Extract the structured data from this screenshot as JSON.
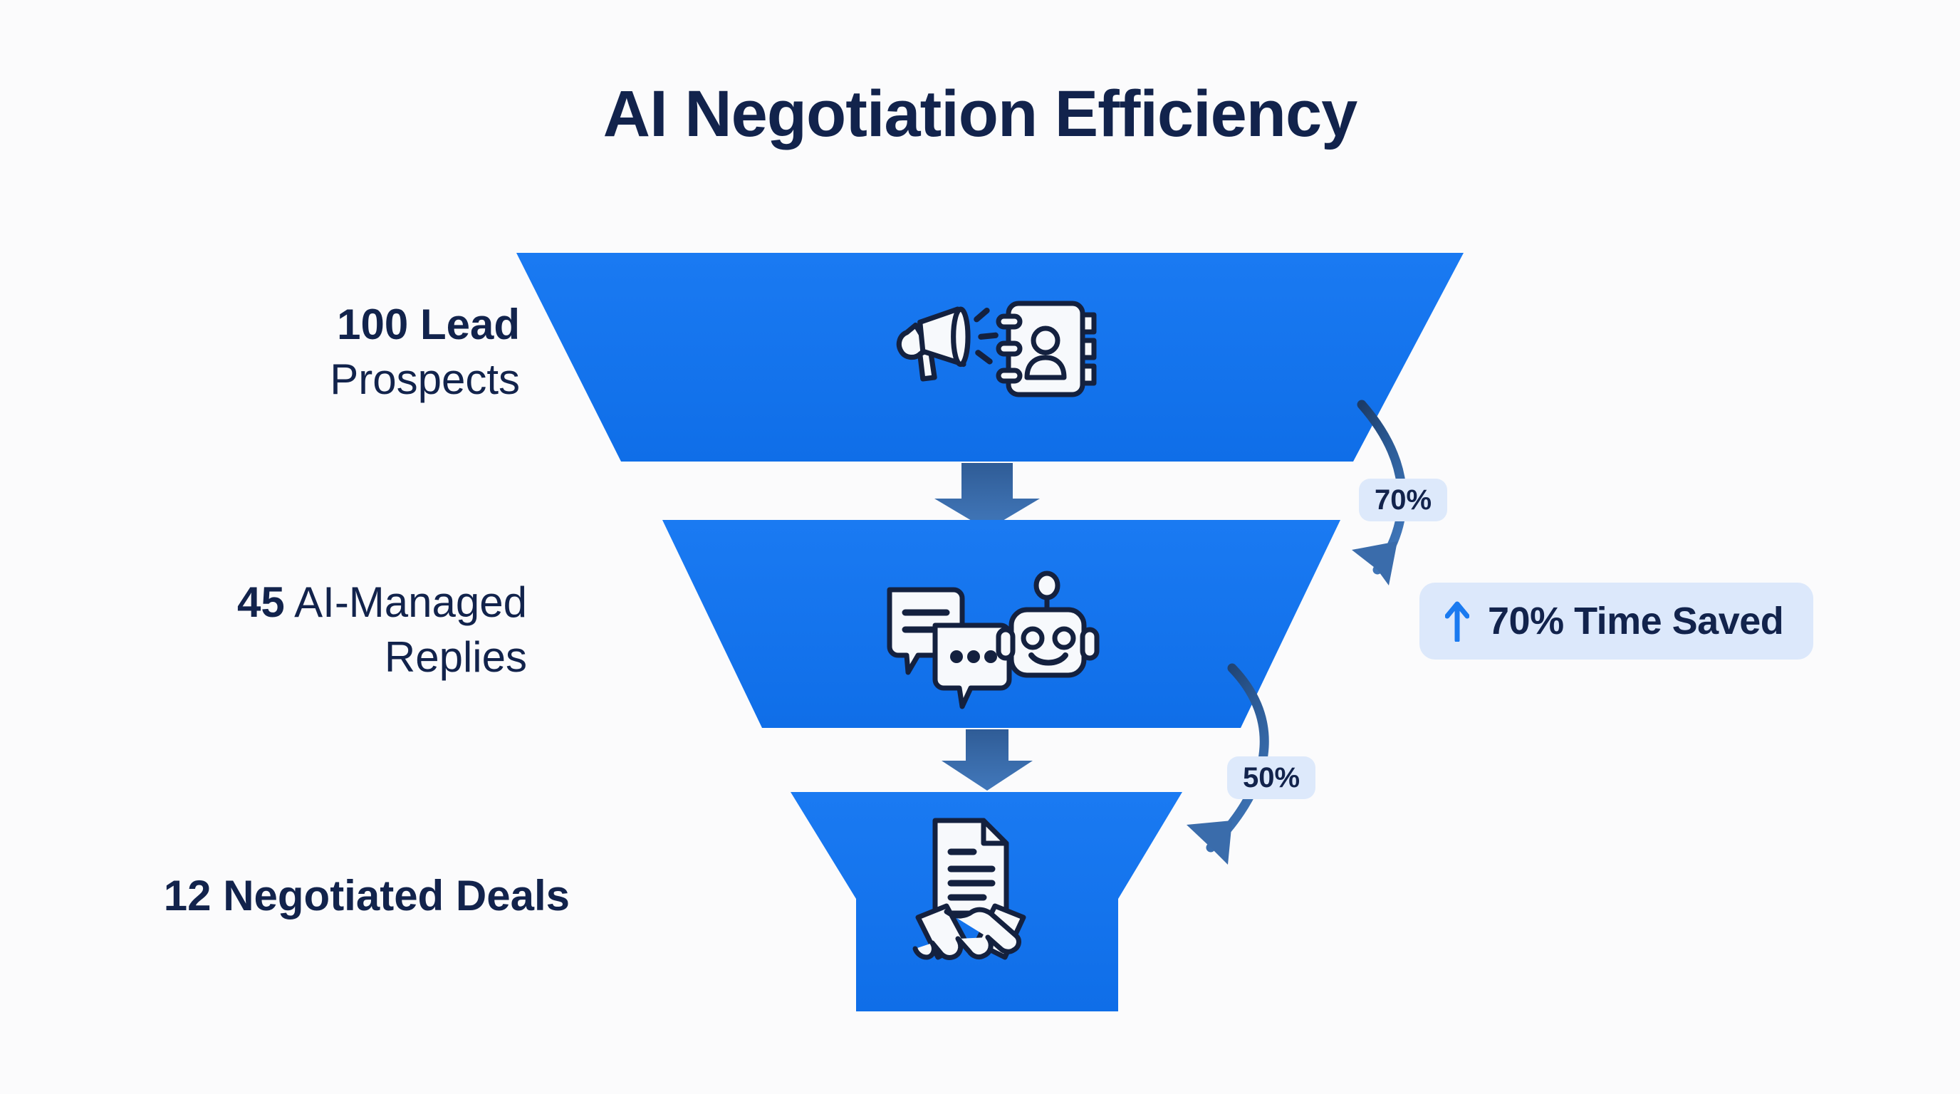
{
  "header": {
    "title": "AI Negotiation Efficiency"
  },
  "colors": {
    "background": "#fbfbfc",
    "funnel_blue": "#1577f2",
    "funnel_blue_dark": "#0f6ae6",
    "navy_text": "#12234c",
    "arrow_steel": "#36659f",
    "chip_bg": "#dde9fb",
    "accent_blue": "#1a7af0"
  },
  "funnel": {
    "stages": [
      {
        "id": "lead-prospects",
        "value": "100",
        "value_label": "100 Lead",
        "name": "Prospects",
        "full_label": "100 Lead Prospects",
        "icons": [
          "megaphone-icon",
          "contact-book-icon"
        ]
      },
      {
        "id": "ai-managed-replies",
        "value": "45",
        "value_label": "45",
        "name": "AI-Managed Replies",
        "full_label": "45 AI-Managed Replies",
        "icons": [
          "chat-bubbles-icon",
          "robot-icon"
        ]
      },
      {
        "id": "negotiated-deals",
        "value": "12",
        "value_label": "12",
        "name": "Negotiated Deals",
        "full_label": "12 Negotiated Deals",
        "icons": [
          "contract-handshake-icon"
        ]
      }
    ],
    "conversions": [
      {
        "id": "stage1-to-stage2",
        "label": "70%"
      },
      {
        "id": "stage2-to-stage3",
        "label": "50%"
      }
    ]
  },
  "callout": {
    "icon": "arrow-up-icon",
    "text": "70% Time Saved"
  },
  "chart_data": {
    "type": "bar",
    "subtype": "funnel",
    "title": "AI Negotiation Efficiency",
    "categories": [
      "Lead Prospects",
      "AI-Managed Replies",
      "Negotiated Deals"
    ],
    "values": [
      100,
      45,
      12
    ],
    "value_labels": [
      "100 Lead Prospects",
      "45 AI-Managed Replies",
      "12 Negotiated Deals"
    ],
    "conversion_rates": [
      "70%",
      "50%"
    ],
    "annotations": [
      "70% Time Saved"
    ],
    "xlabel": "",
    "ylabel": "",
    "ylim": [
      0,
      100
    ],
    "legend": "none",
    "grid": false
  }
}
